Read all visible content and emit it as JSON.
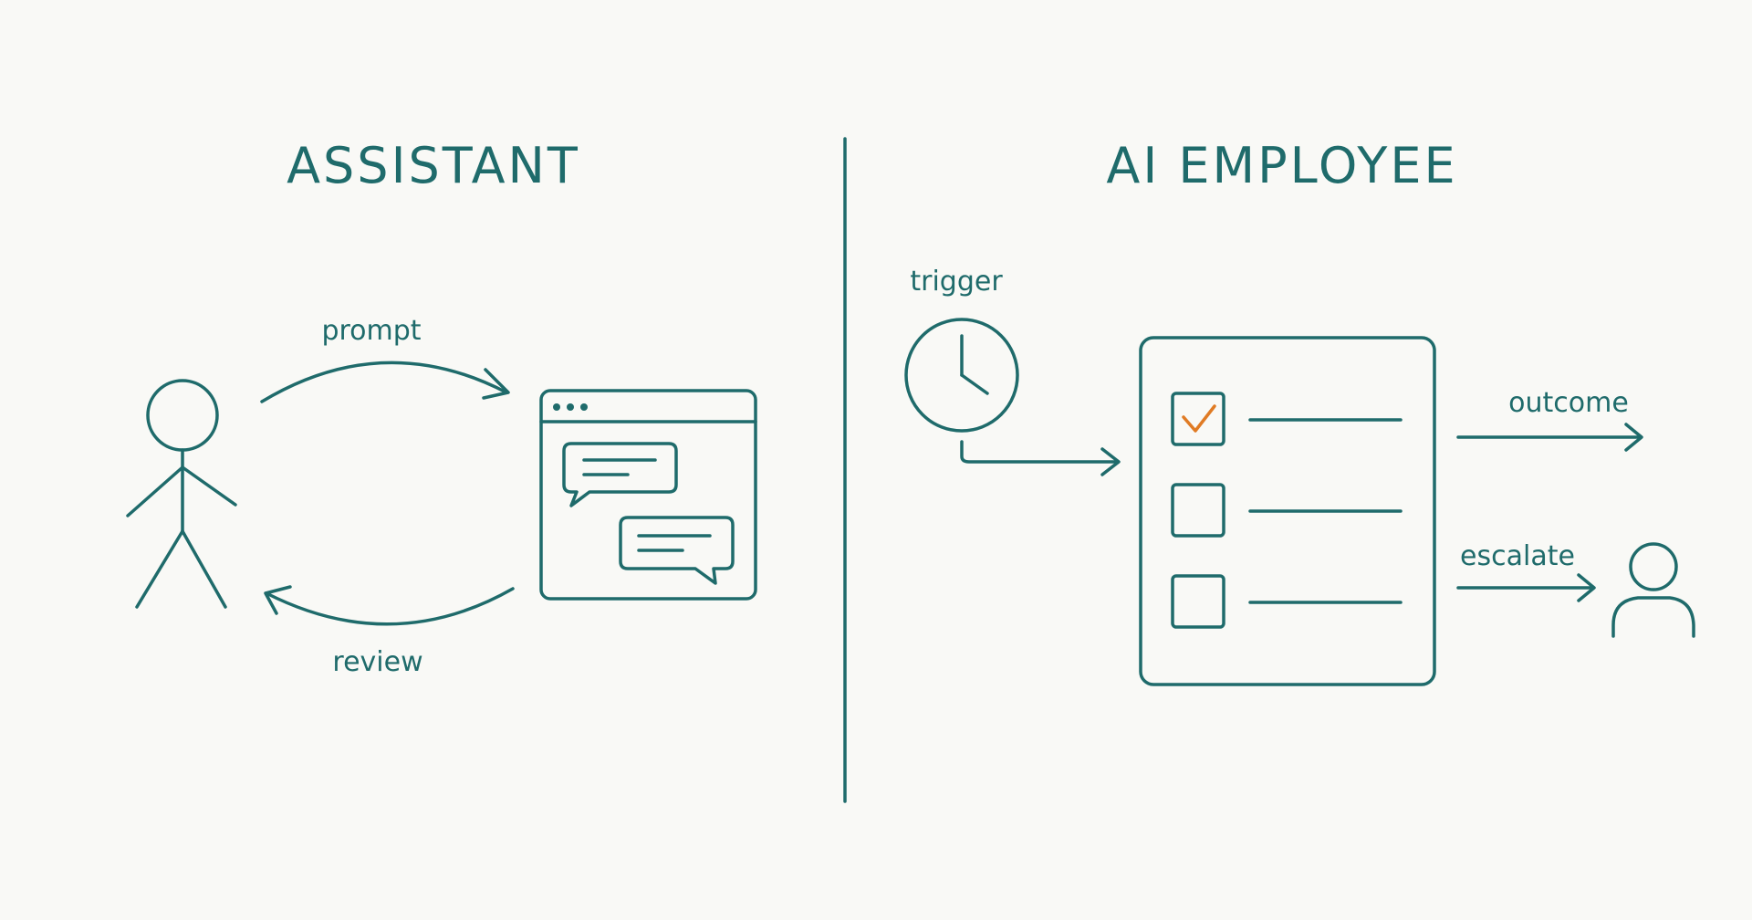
{
  "titles": {
    "left": "ASSISTANT",
    "right": "AI EMPLOYEE"
  },
  "labels": {
    "prompt": "prompt",
    "review": "review",
    "trigger": "trigger",
    "outcome": "outcome",
    "escalate": "escalate"
  },
  "colors": {
    "ink": "#1f6b6b",
    "accent": "#e07b24",
    "background": "#f9f9f6"
  },
  "checklist": {
    "items": [
      {
        "checked": true
      },
      {
        "checked": false
      },
      {
        "checked": false
      }
    ]
  },
  "icons": {
    "person": "stick-figure-icon",
    "chat": "chat-window-icon",
    "clock": "clock-icon",
    "checklist": "checklist-icon",
    "user": "user-icon"
  }
}
